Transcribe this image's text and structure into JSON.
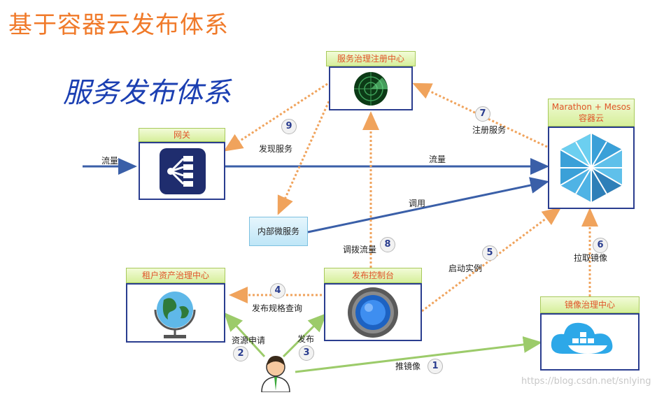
{
  "title": "基于容器云发布体系",
  "subtitle": "服务发布体系",
  "nodes": {
    "registry": "服务治理注册中心",
    "gateway": "网关",
    "cloud_line1": "Marathon + Mesos",
    "cloud_line2": "容器云",
    "internal": "内部微服务",
    "tenant": "租户资产治理中心",
    "console": "发布控制台",
    "image": "镜像治理中心"
  },
  "edges": {
    "traffic_in": "流量",
    "traffic": "流量",
    "call": "调用",
    "discover": "发现服务",
    "register": "注册服务",
    "dispatch": "调拨流量",
    "start": "启动实例",
    "pull": "拉取镜像",
    "spec": "发布规格查询",
    "apply": "资源申请",
    "publish": "发布",
    "push": "推镜像"
  },
  "steps": [
    "1",
    "2",
    "3",
    "4",
    "5",
    "6",
    "7",
    "8",
    "9"
  ],
  "watermark": "https://blog.csdn.net/snlying",
  "colors": {
    "title": "#f07a2a",
    "subtitle": "#1b3fb2",
    "solid": "#3a5fa8",
    "dotted": "#f0a35c",
    "green": "#9ccb6a"
  }
}
